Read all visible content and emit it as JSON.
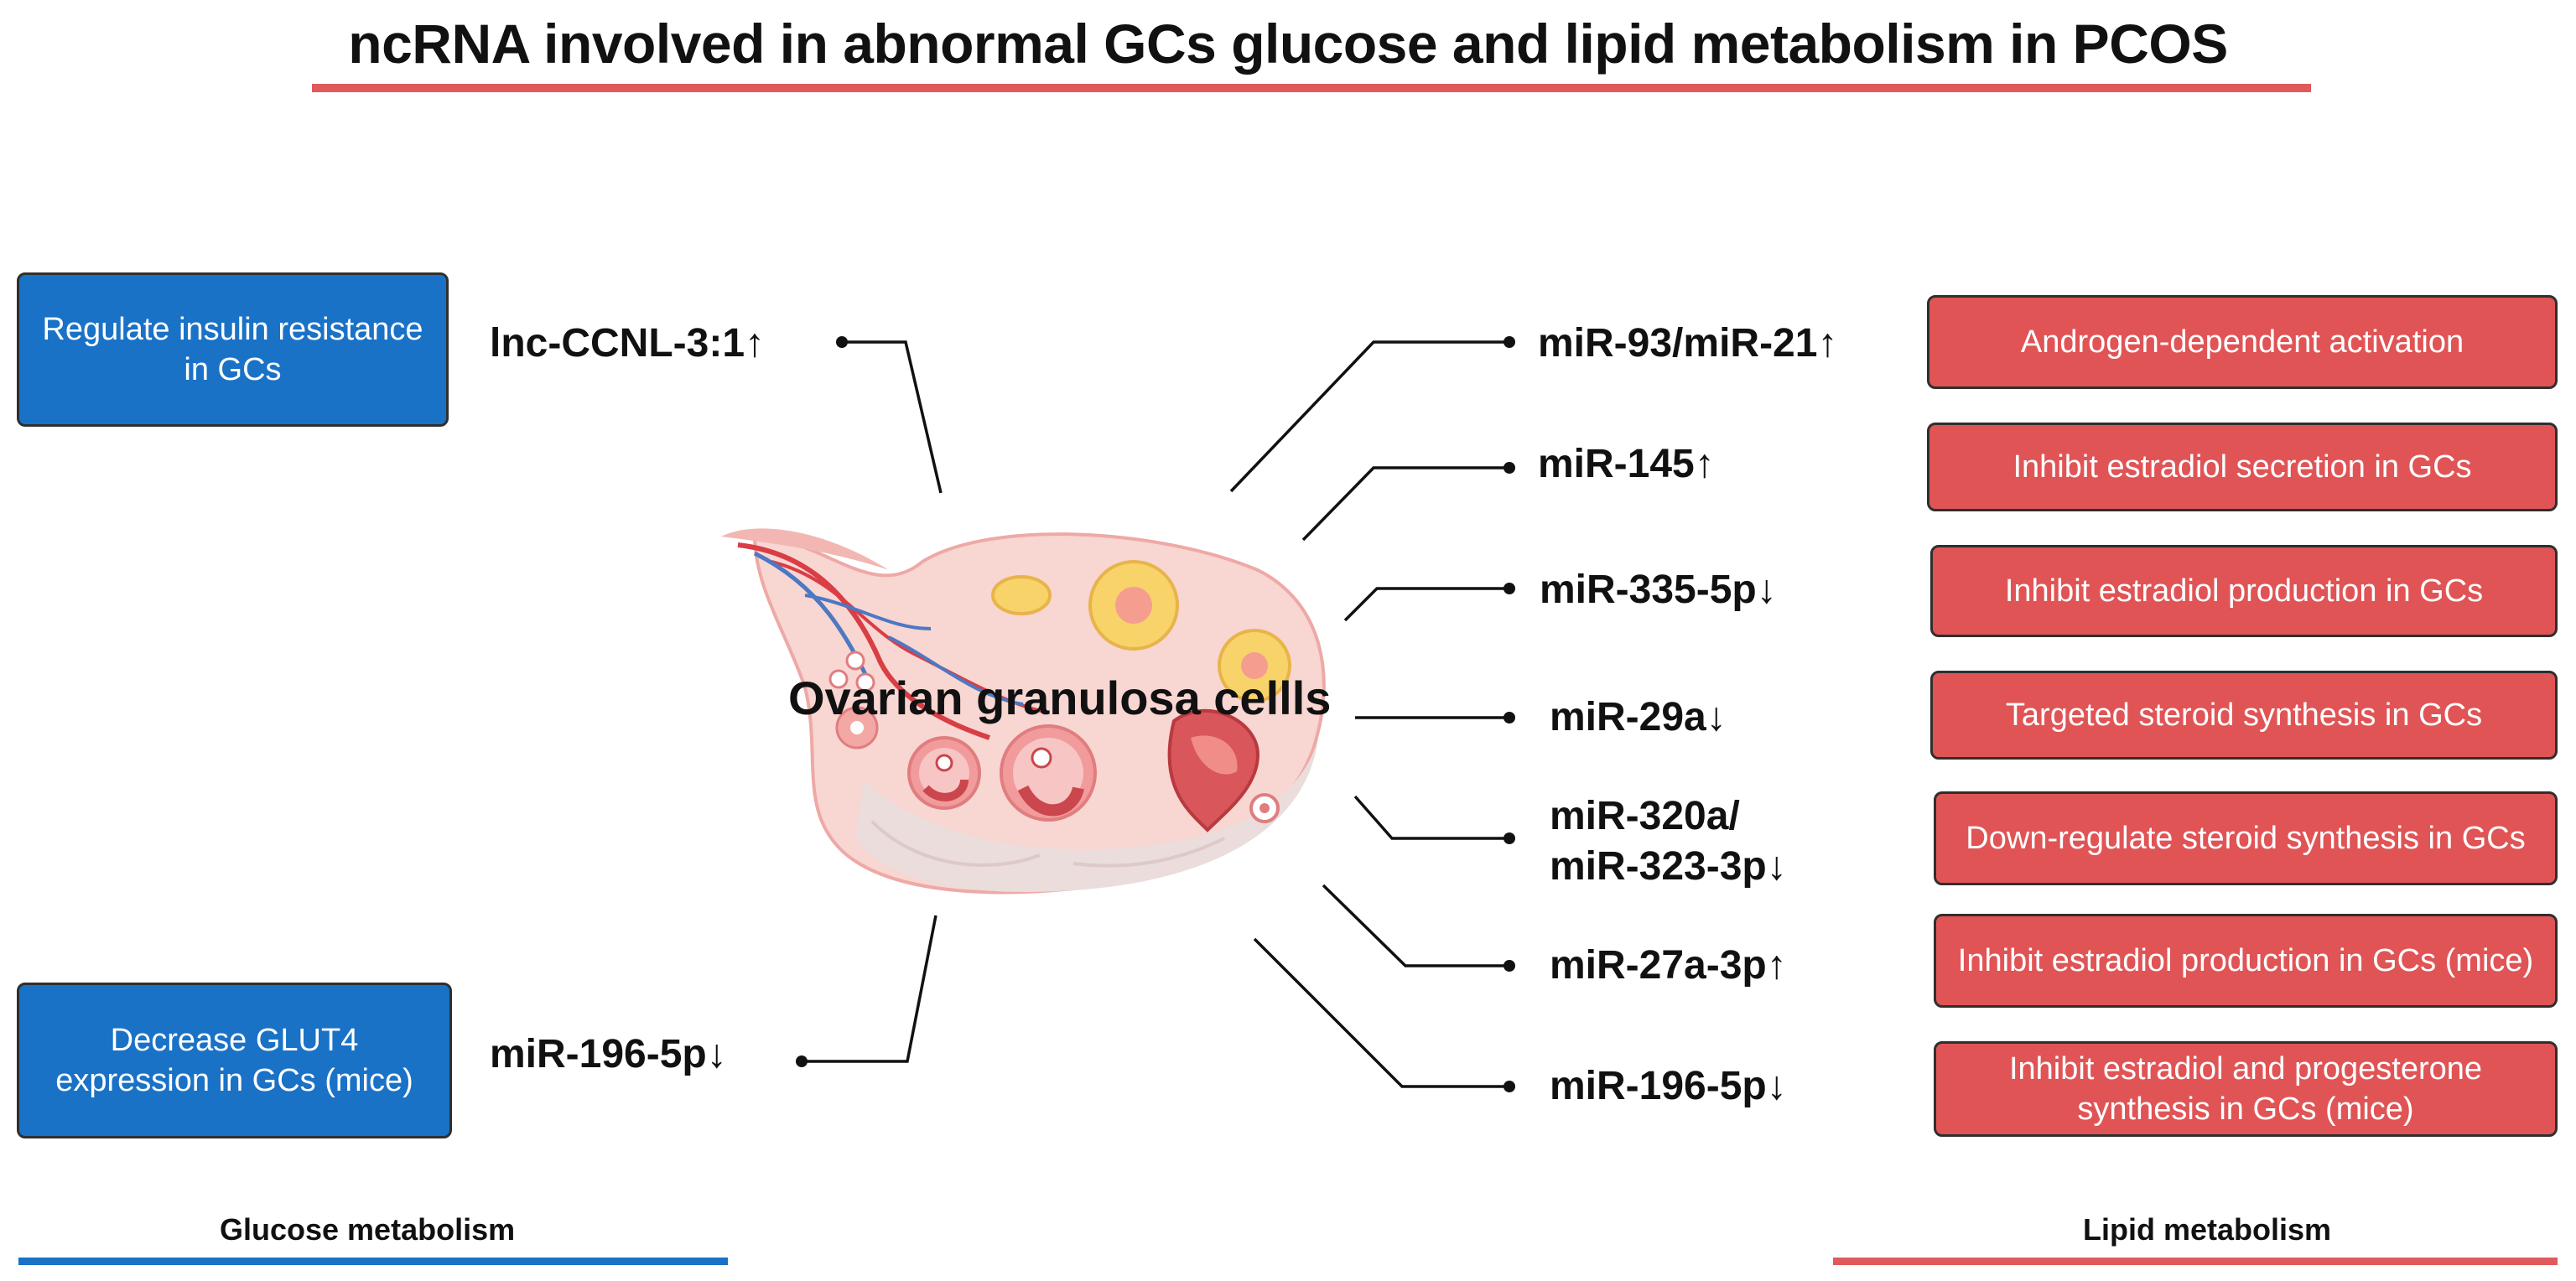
{
  "title": "ncRNA involved in abnormal GCs glucose and lipid metabolism in PCOS",
  "center_label": "Ovarian granulosa cellls",
  "left": {
    "boxes": [
      "Regulate insulin resistance in GCs",
      "Decrease GLUT4 expression in GCs (mice)"
    ],
    "labels": [
      "lnc-CCNL-3:1↑",
      "miR-196-5p↓"
    ],
    "footer": "Glucose metabolism"
  },
  "right": {
    "labels": [
      "miR-93/miR-21↑",
      "miR-145↑",
      "miR-335-5p↓",
      "miR-29a↓",
      "miR-320a/\nmiR-323-3p↓",
      "miR-27a-3p↑",
      "miR-196-5p↓"
    ],
    "boxes": [
      "Androgen-dependent activation",
      "Inhibit estradiol secretion in GCs",
      "Inhibit estradiol production in GCs",
      "Targeted steroid synthesis in GCs",
      "Down-regulate steroid synthesis in GCs",
      "Inhibit estradiol production in GCs (mice)",
      "Inhibit estradiol and progesterone synthesis in GCs (mice)"
    ],
    "footer": "Lipid metabolism"
  },
  "colors": {
    "blue": "#1a72c6",
    "red": "#e05456",
    "rule_red": "#e05a5c",
    "ovary": "#f6c9c6",
    "follicle": "#f7d36a"
  }
}
